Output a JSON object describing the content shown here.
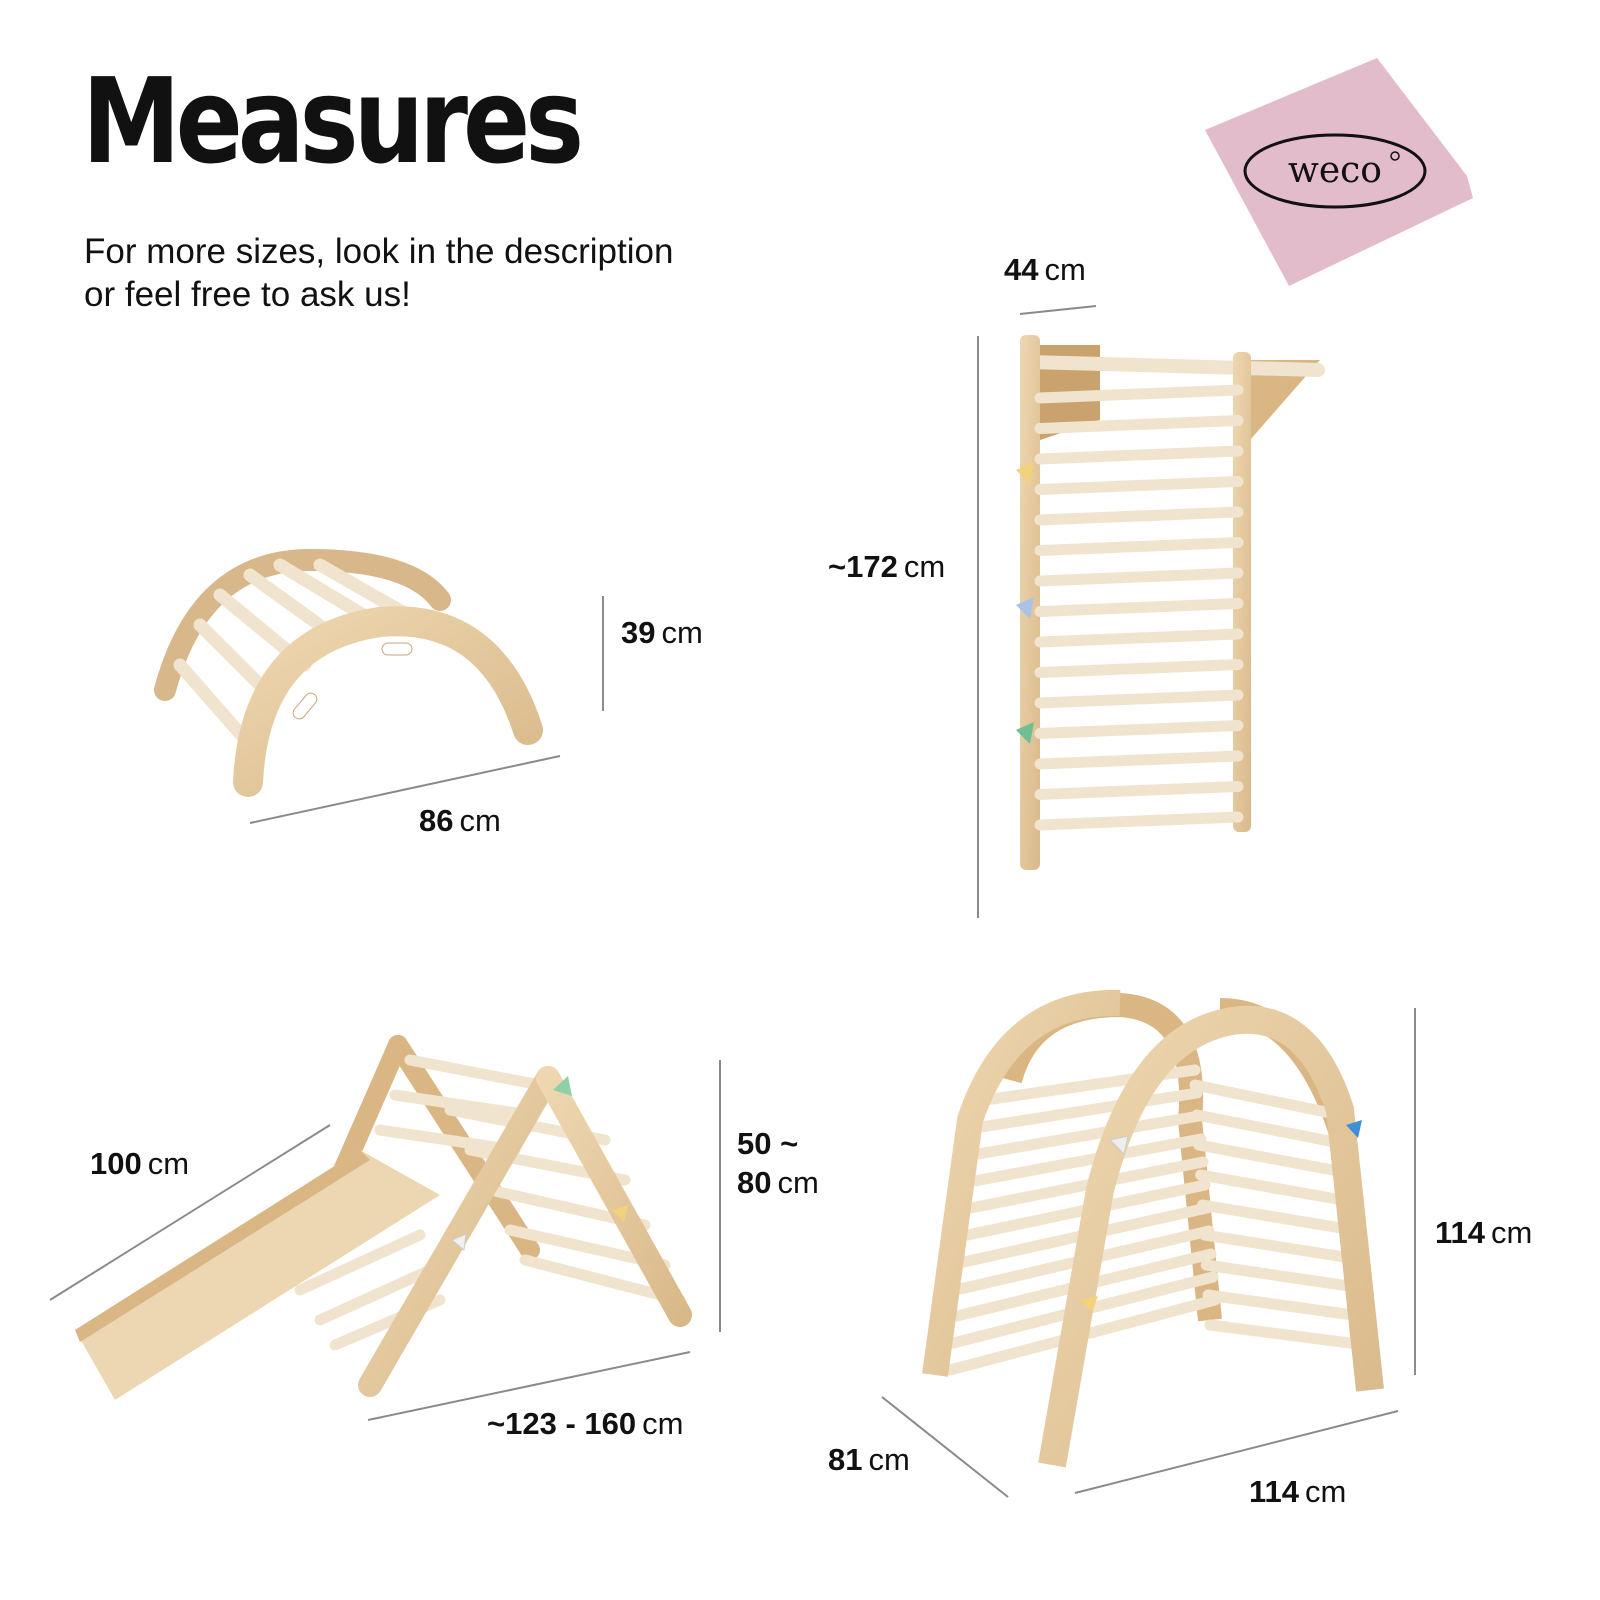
{
  "header": {
    "title": "Measures",
    "subtitle_line1": "For more sizes, look in the description",
    "subtitle_line2": "or feel free to ask us!"
  },
  "brand": {
    "logo_text": "weco",
    "logo_bg": "#e3bccb"
  },
  "colors": {
    "wood": "#e8cfa6",
    "wood_dark": "#c9a77a",
    "rung": "#f1e4cf",
    "line": "#8a8a8a"
  },
  "products": [
    {
      "id": "arch-small",
      "dims": [
        {
          "value": "39",
          "unit": "cm"
        },
        {
          "value": "86",
          "unit": "cm"
        }
      ]
    },
    {
      "id": "wall-bars",
      "dims": [
        {
          "value": "44",
          "unit": "cm"
        },
        {
          "value": "~172",
          "unit": "cm"
        }
      ]
    },
    {
      "id": "triangle-slide",
      "dims": [
        {
          "value": "100",
          "unit": "cm"
        },
        {
          "value": "50 ~",
          "unit": ""
        },
        {
          "value": "80",
          "unit": "cm"
        },
        {
          "value": "~123 - 160",
          "unit": "cm"
        }
      ]
    },
    {
      "id": "arch-large",
      "dims": [
        {
          "value": "114",
          "unit": "cm"
        },
        {
          "value": "81",
          "unit": "cm"
        },
        {
          "value": "114",
          "unit": "cm"
        }
      ]
    }
  ]
}
